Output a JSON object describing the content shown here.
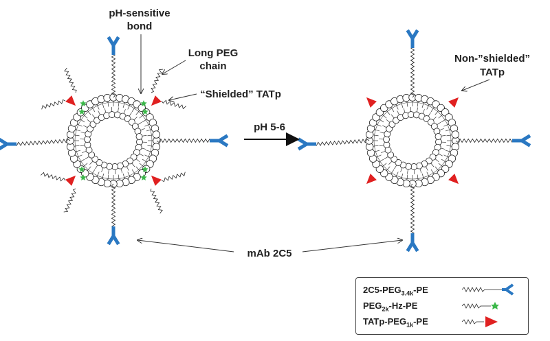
{
  "labels": {
    "ph_sensitive_line1": "pH-sensitive",
    "ph_sensitive_line2": "bond",
    "long_peg_line1": "Long PEG",
    "long_peg_line2": "chain",
    "shielded": "“Shielded” TATp",
    "non_shielded_line1": "Non-”shielded”",
    "non_shielded_line2": "TATp",
    "ph_transition": "pH 5-6",
    "antibody": "mAb 2C5"
  },
  "legend": {
    "items": [
      {
        "main": "2C5-PEG",
        "sub": "3.4k",
        "suffix": "-PE",
        "icon": "antibody-peg-icon"
      },
      {
        "main": "PEG",
        "sub": "2k",
        "suffix": "-Hz-PE",
        "icon": "green-star-peg-icon"
      },
      {
        "main": "TATp-PEG",
        "sub": "1k",
        "suffix": "-PE",
        "icon": "red-triangle-peg-icon"
      }
    ]
  },
  "colors": {
    "antibody_blue": "#2a78c2",
    "star_green": "#3cb84a",
    "triangle_red": "#e02020",
    "lipid_outline": "#222222"
  }
}
